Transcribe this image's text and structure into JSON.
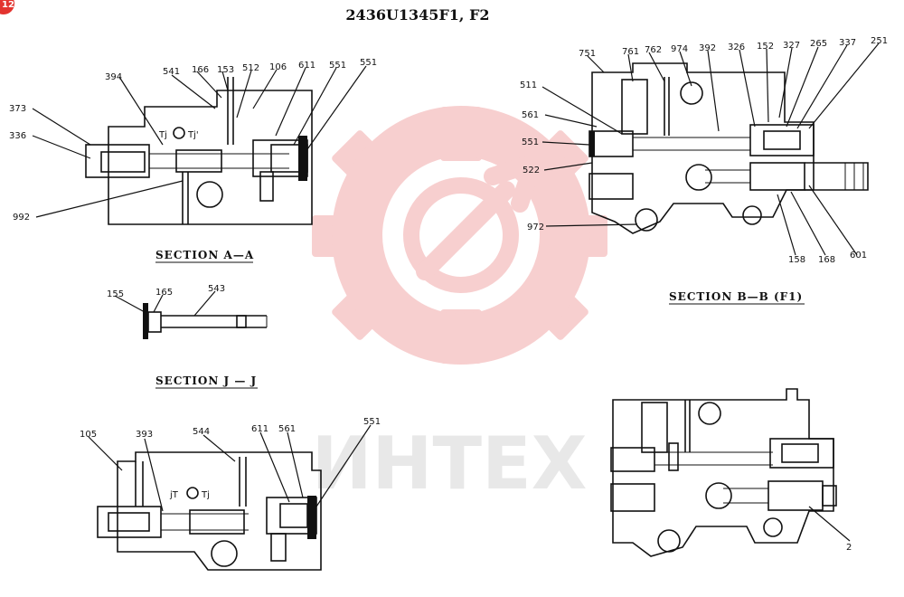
{
  "header": {
    "title": "2436U1345F1, F2",
    "page_badge": "12"
  },
  "watermark": {
    "text": "ИНТЕХ",
    "color": "#f5b5b5",
    "logo": "gear-wrench-logo"
  },
  "sections": {
    "a": {
      "caption": "SECTION  A—A"
    },
    "j": {
      "caption": "SECTION  J — J"
    },
    "b": {
      "caption": "SECTION  B—B  (F1)"
    }
  },
  "callouts": {
    "a": [
      "373",
      "336",
      "394",
      "541",
      "166",
      "153",
      "512",
      "106",
      "611",
      "551",
      "551",
      "992"
    ],
    "j": [
      "155",
      "165",
      "543"
    ],
    "lower": [
      "105",
      "393",
      "544",
      "611",
      "561",
      "551"
    ],
    "b": [
      "751",
      "761",
      "762",
      "974",
      "392",
      "326",
      "152",
      "327",
      "265",
      "337",
      "251",
      "511",
      "561",
      "551",
      "522",
      "972",
      "158",
      "168",
      "601"
    ],
    "f2": [
      "2"
    ]
  },
  "port_marks": {
    "a": [
      "Tj",
      "Tj'"
    ],
    "lower": [
      "jT",
      "Tj"
    ]
  }
}
